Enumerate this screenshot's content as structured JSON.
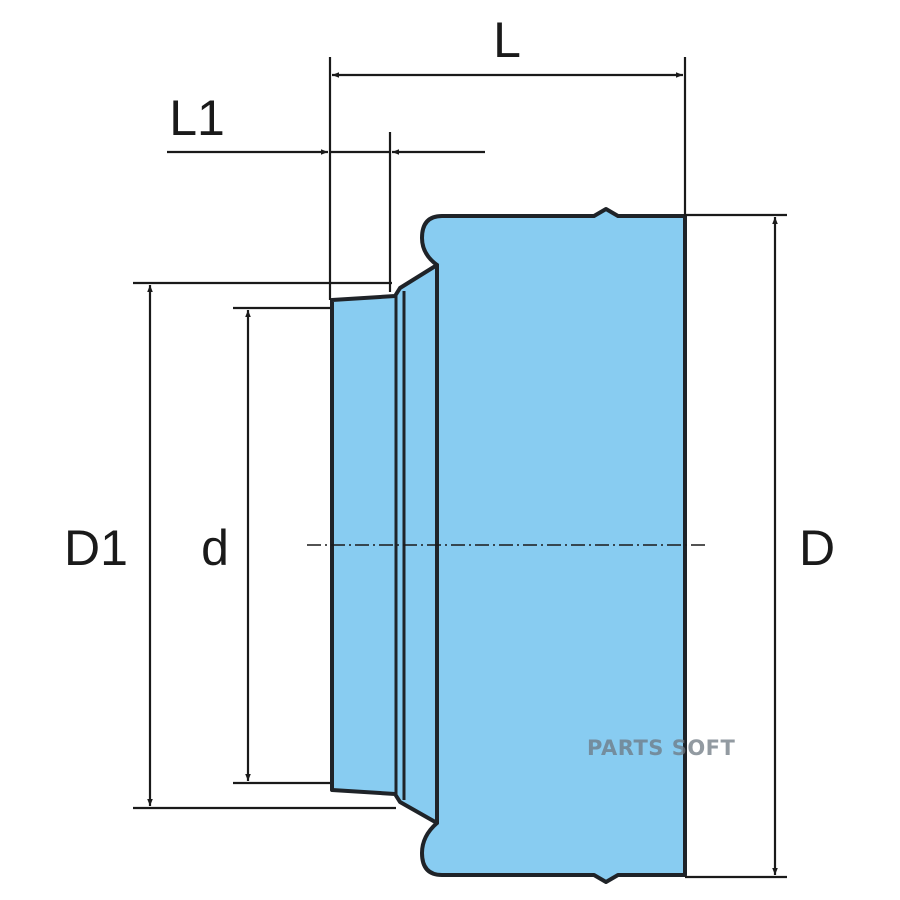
{
  "labels": {
    "L": "L",
    "L1": "L1",
    "D1": "D1",
    "d": "d",
    "D": "D"
  },
  "watermark": "PARTS SOFT",
  "colors": {
    "fill": "#88CCF1",
    "stroke": "#1f2328",
    "line": "#1a1a1a"
  }
}
